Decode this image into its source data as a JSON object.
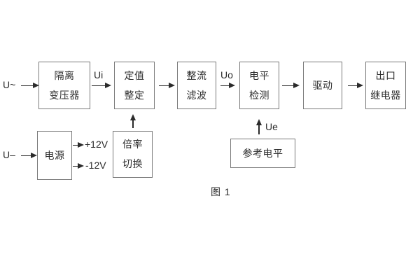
{
  "figure": {
    "caption": "图 1"
  },
  "labels": {
    "input_ac": "U~",
    "input_dc": "U–",
    "ui": "Ui",
    "uo": "Uo",
    "ue": "Ue",
    "rail_pos": "+12V",
    "rail_neg": "-12V"
  },
  "blocks": {
    "isolation_transformer": {
      "line1": "隔离",
      "line2": "变压器"
    },
    "value_setting": {
      "line1": "定值",
      "line2": "整定"
    },
    "rectifier_filter": {
      "line1": "整流",
      "line2": "滤波"
    },
    "level_detection": {
      "line1": "电平",
      "line2": "检测"
    },
    "driver": {
      "label": "驱动"
    },
    "output_relay": {
      "line1": "出口",
      "line2": "继电器"
    },
    "power_supply": {
      "label": "电源"
    },
    "ratio_switch": {
      "line1": "倍率",
      "line2": "切换"
    },
    "reference_level": {
      "label": "参考电平"
    }
  },
  "colors": {
    "box_border": "#7a7a7a",
    "line_and_text": "#2b2b2b",
    "background": "#ffffff"
  }
}
